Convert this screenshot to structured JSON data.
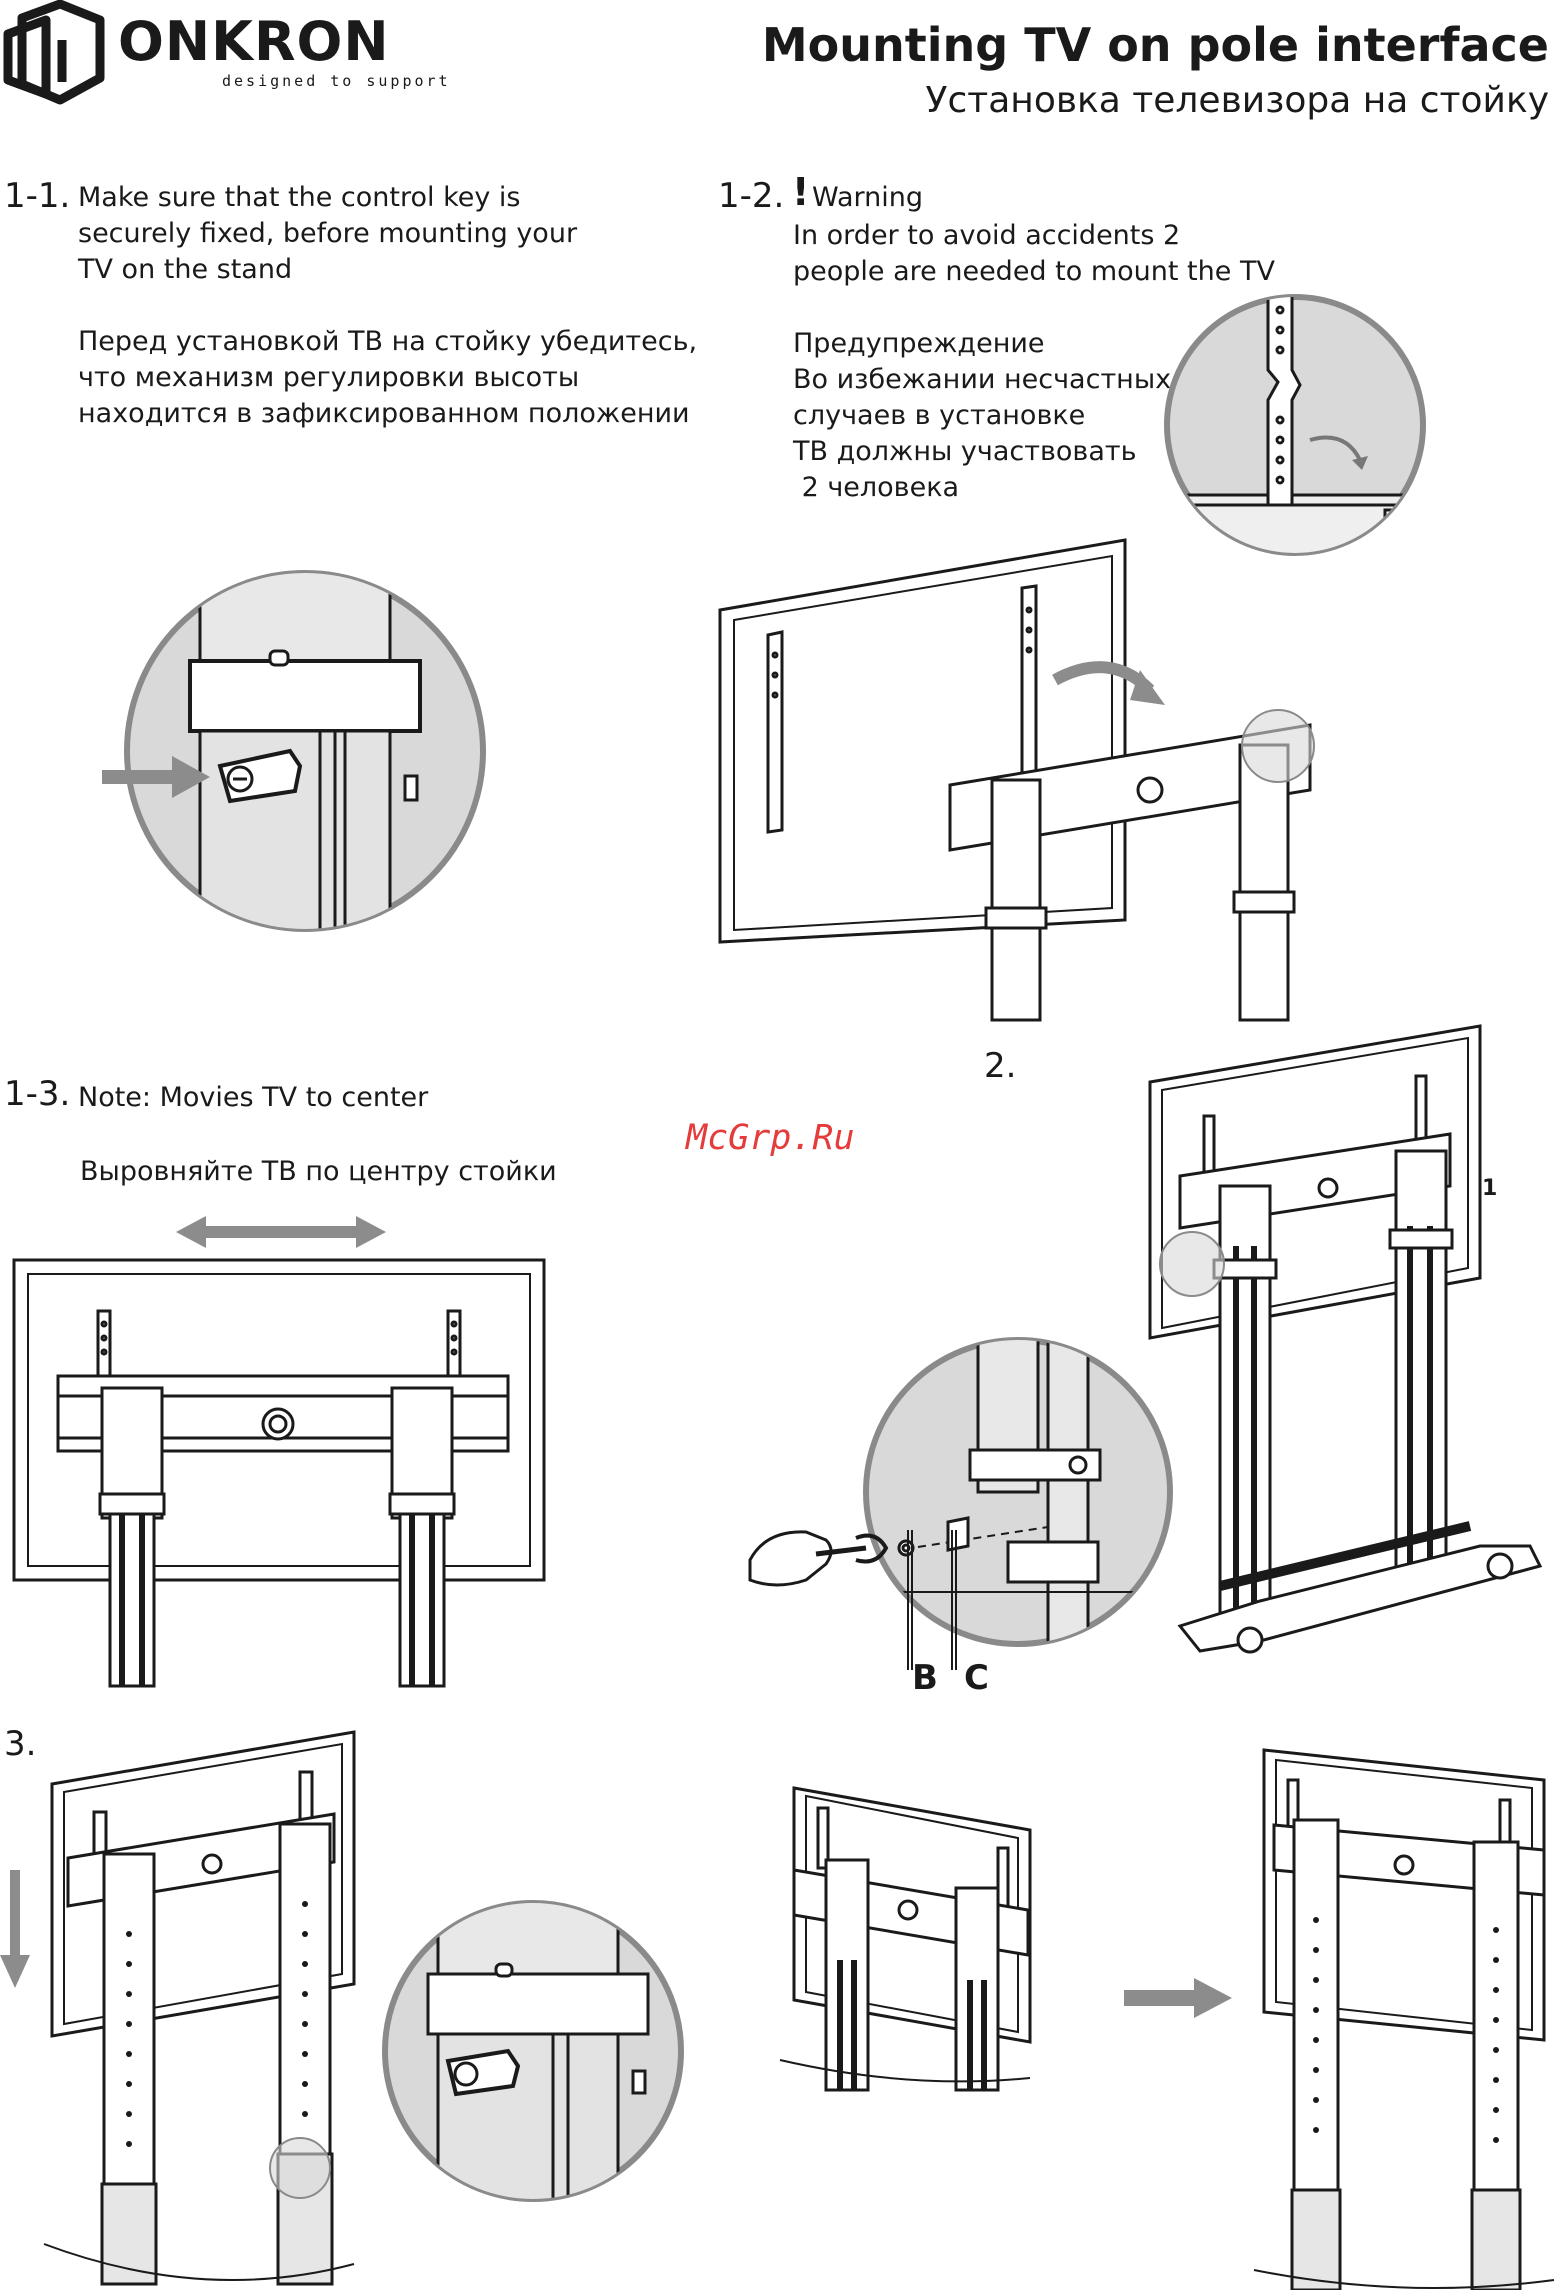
{
  "header": {
    "brand": "ONKRON",
    "tagline": "designed to support",
    "title_en": "Mounting TV on pole interface",
    "title_ru": "Установка телевизора на стойку"
  },
  "step_1_1": {
    "number": "1-1.",
    "text_en": "Make sure that the control key is\nsecurely fixed, before mounting your\nTV on the stand",
    "text_ru": "Перед установкой ТВ на стойку убедитесь,\nчто механизм регулировки высоты\nнаходится в зафиксированном положении"
  },
  "step_1_2": {
    "number": "1-2.",
    "exclamation": "!",
    "warning": "Warning",
    "text_en": "In order to avoid accidents 2\npeople are needed to mount the TV",
    "text_ru": "Предупреждение\nВо избежании несчастных\nслучаев в установке\nТВ должны участвовать\n 2 человека"
  },
  "step_1_3": {
    "number": "1-3.",
    "text_en": "Note: Movies TV to center",
    "text_ru": "Выровняйте ТВ по центру стойки"
  },
  "step_2": {
    "number": "2.",
    "callout": "1",
    "label_b": "B",
    "label_c": "C"
  },
  "step_3": {
    "number": "3."
  },
  "watermark": "McGrp.Ru",
  "colors": {
    "arrow": "#8c8c8c",
    "lens_fill": "#d9d9d9",
    "ink": "#1a1a1a",
    "watermark": "#e53b3b"
  }
}
